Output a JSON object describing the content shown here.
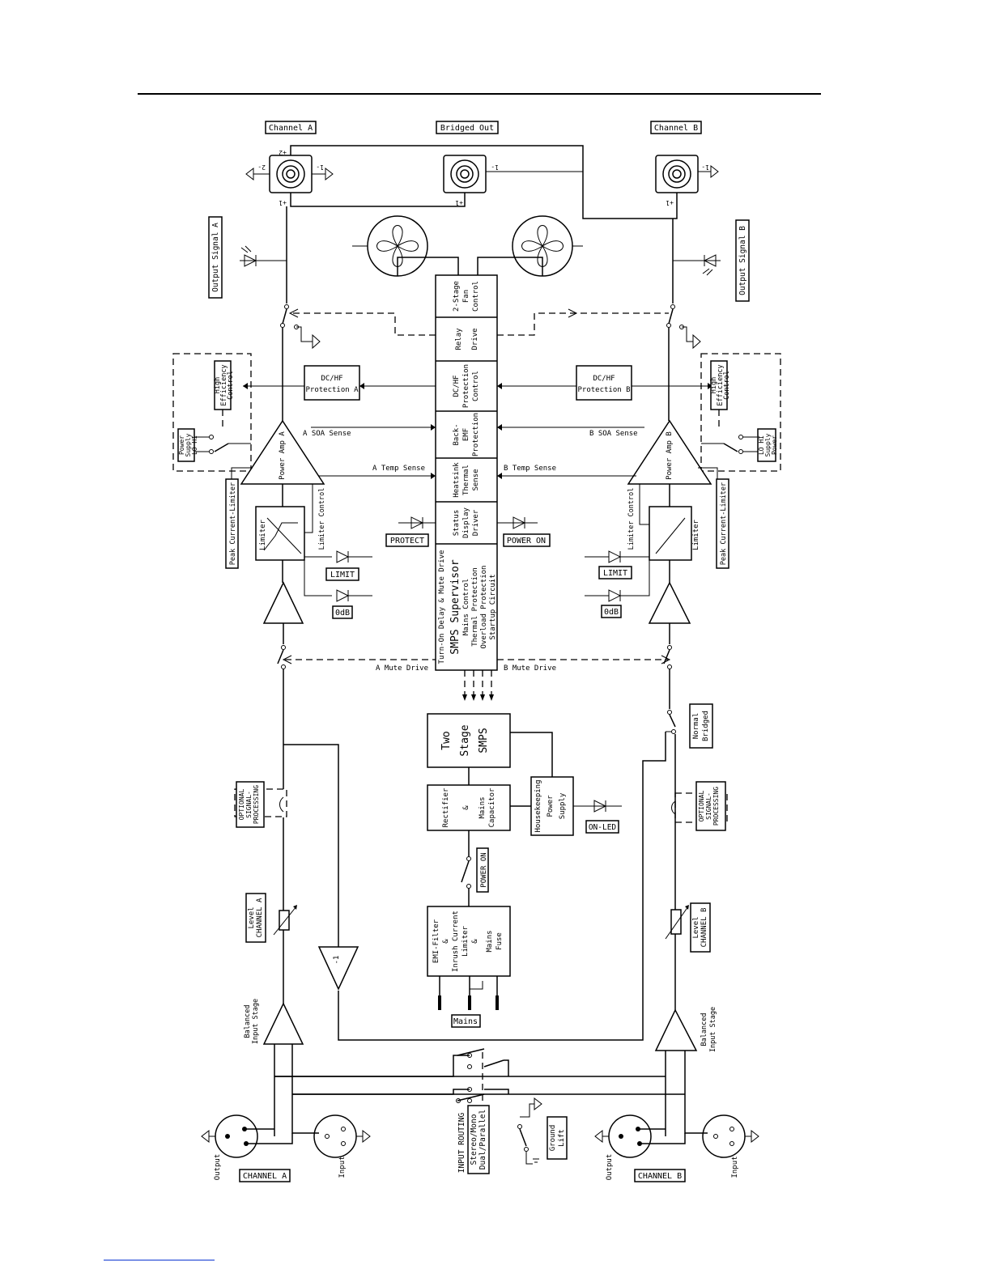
{
  "labels": {
    "channel_a_top": "Channel A",
    "bridged_out": "Bridged Out",
    "channel_b_top": "Channel B",
    "output_signal_a": "Output Signal A",
    "output_signal_b": "Output Signal B",
    "spk_pos1": "+1",
    "spk_neg1": "1-",
    "spk_pos2": "+2",
    "spk_neg2": "2-",
    "fan_ctrl": [
      "2-Stage",
      "Fan",
      "Control"
    ],
    "relay_drive": [
      "Relay",
      "Drive"
    ],
    "dchf_ctrl": [
      "DC/HF",
      "Protection",
      "Control"
    ],
    "back_emf": [
      "Back-",
      "EMF",
      "Protection"
    ],
    "heatsink": [
      "Heatsink",
      "Thermal",
      "Sense"
    ],
    "status_display": [
      "Status",
      "Display",
      "Driver"
    ],
    "smps_supervisor_title": "SMPS Supervisor",
    "smps_supervisor_lines": [
      "Turn-On Delay & Mute Drive",
      "Mains Control",
      "Thermal Protection",
      "Overload Protection",
      "Startup Circuit"
    ],
    "dchf_a": [
      "DC/HF",
      "Protection A"
    ],
    "dchf_b": [
      "DC/HF",
      "Protection B"
    ],
    "a_soa": "A SOA Sense",
    "b_soa": "B SOA Sense",
    "a_temp": "A Temp Sense",
    "b_temp": "B Temp Sense",
    "a_mute": "A Mute Drive",
    "b_mute": "B Mute Drive",
    "high_eff": [
      "High",
      "Efficiency",
      "Control"
    ],
    "ps_a": [
      "Power",
      "Supply",
      "LO  HI"
    ],
    "ps_b": [
      "LO  HI",
      "Supply",
      "Power"
    ],
    "power_amp_a": "Power Amp A",
    "power_amp_b": "Power Amp B",
    "peak_cl": "Peak Current-Limiter",
    "limiter": "Limiter",
    "limiter_control": "Limiter Control",
    "limit": "LIMIT",
    "odb": "0dB",
    "protect": "PROTECT",
    "power_on": "POWER ON",
    "two_stage_smps": [
      "Two",
      "Stage",
      "SMPS"
    ],
    "rectifier": [
      "Rectifier",
      "&",
      "Mains",
      "Capacitor"
    ],
    "housekeeping": [
      "Housekeeping",
      "Power",
      "Supply"
    ],
    "on_led": "ON-LED",
    "normal_bridged": [
      "Normal",
      "Bridged"
    ],
    "optional_sp": [
      "OPTIONAL",
      "SIGNAL-",
      "PROCESSING"
    ],
    "level_a": [
      "Level",
      "CHANNEL A"
    ],
    "level_b": [
      "Level",
      "CHANNEL B"
    ],
    "emi": [
      "EMI-Filter",
      "&",
      "Inrush Current",
      "Limiter",
      "&",
      "Mains",
      "Fuse"
    ],
    "mains": "Mains",
    "balanced_input": [
      "Balanced",
      "Input Stage"
    ],
    "input_routing": [
      "INPUT ROUTING",
      "Stereo/Mono",
      "Dual/Parallel"
    ],
    "ground_lift": [
      "Ground",
      "Lift"
    ],
    "output": "Output",
    "input": "Input",
    "channel_a_bottom": "CHANNEL A",
    "channel_b_bottom": "CHANNEL B",
    "inverter": "-1"
  }
}
